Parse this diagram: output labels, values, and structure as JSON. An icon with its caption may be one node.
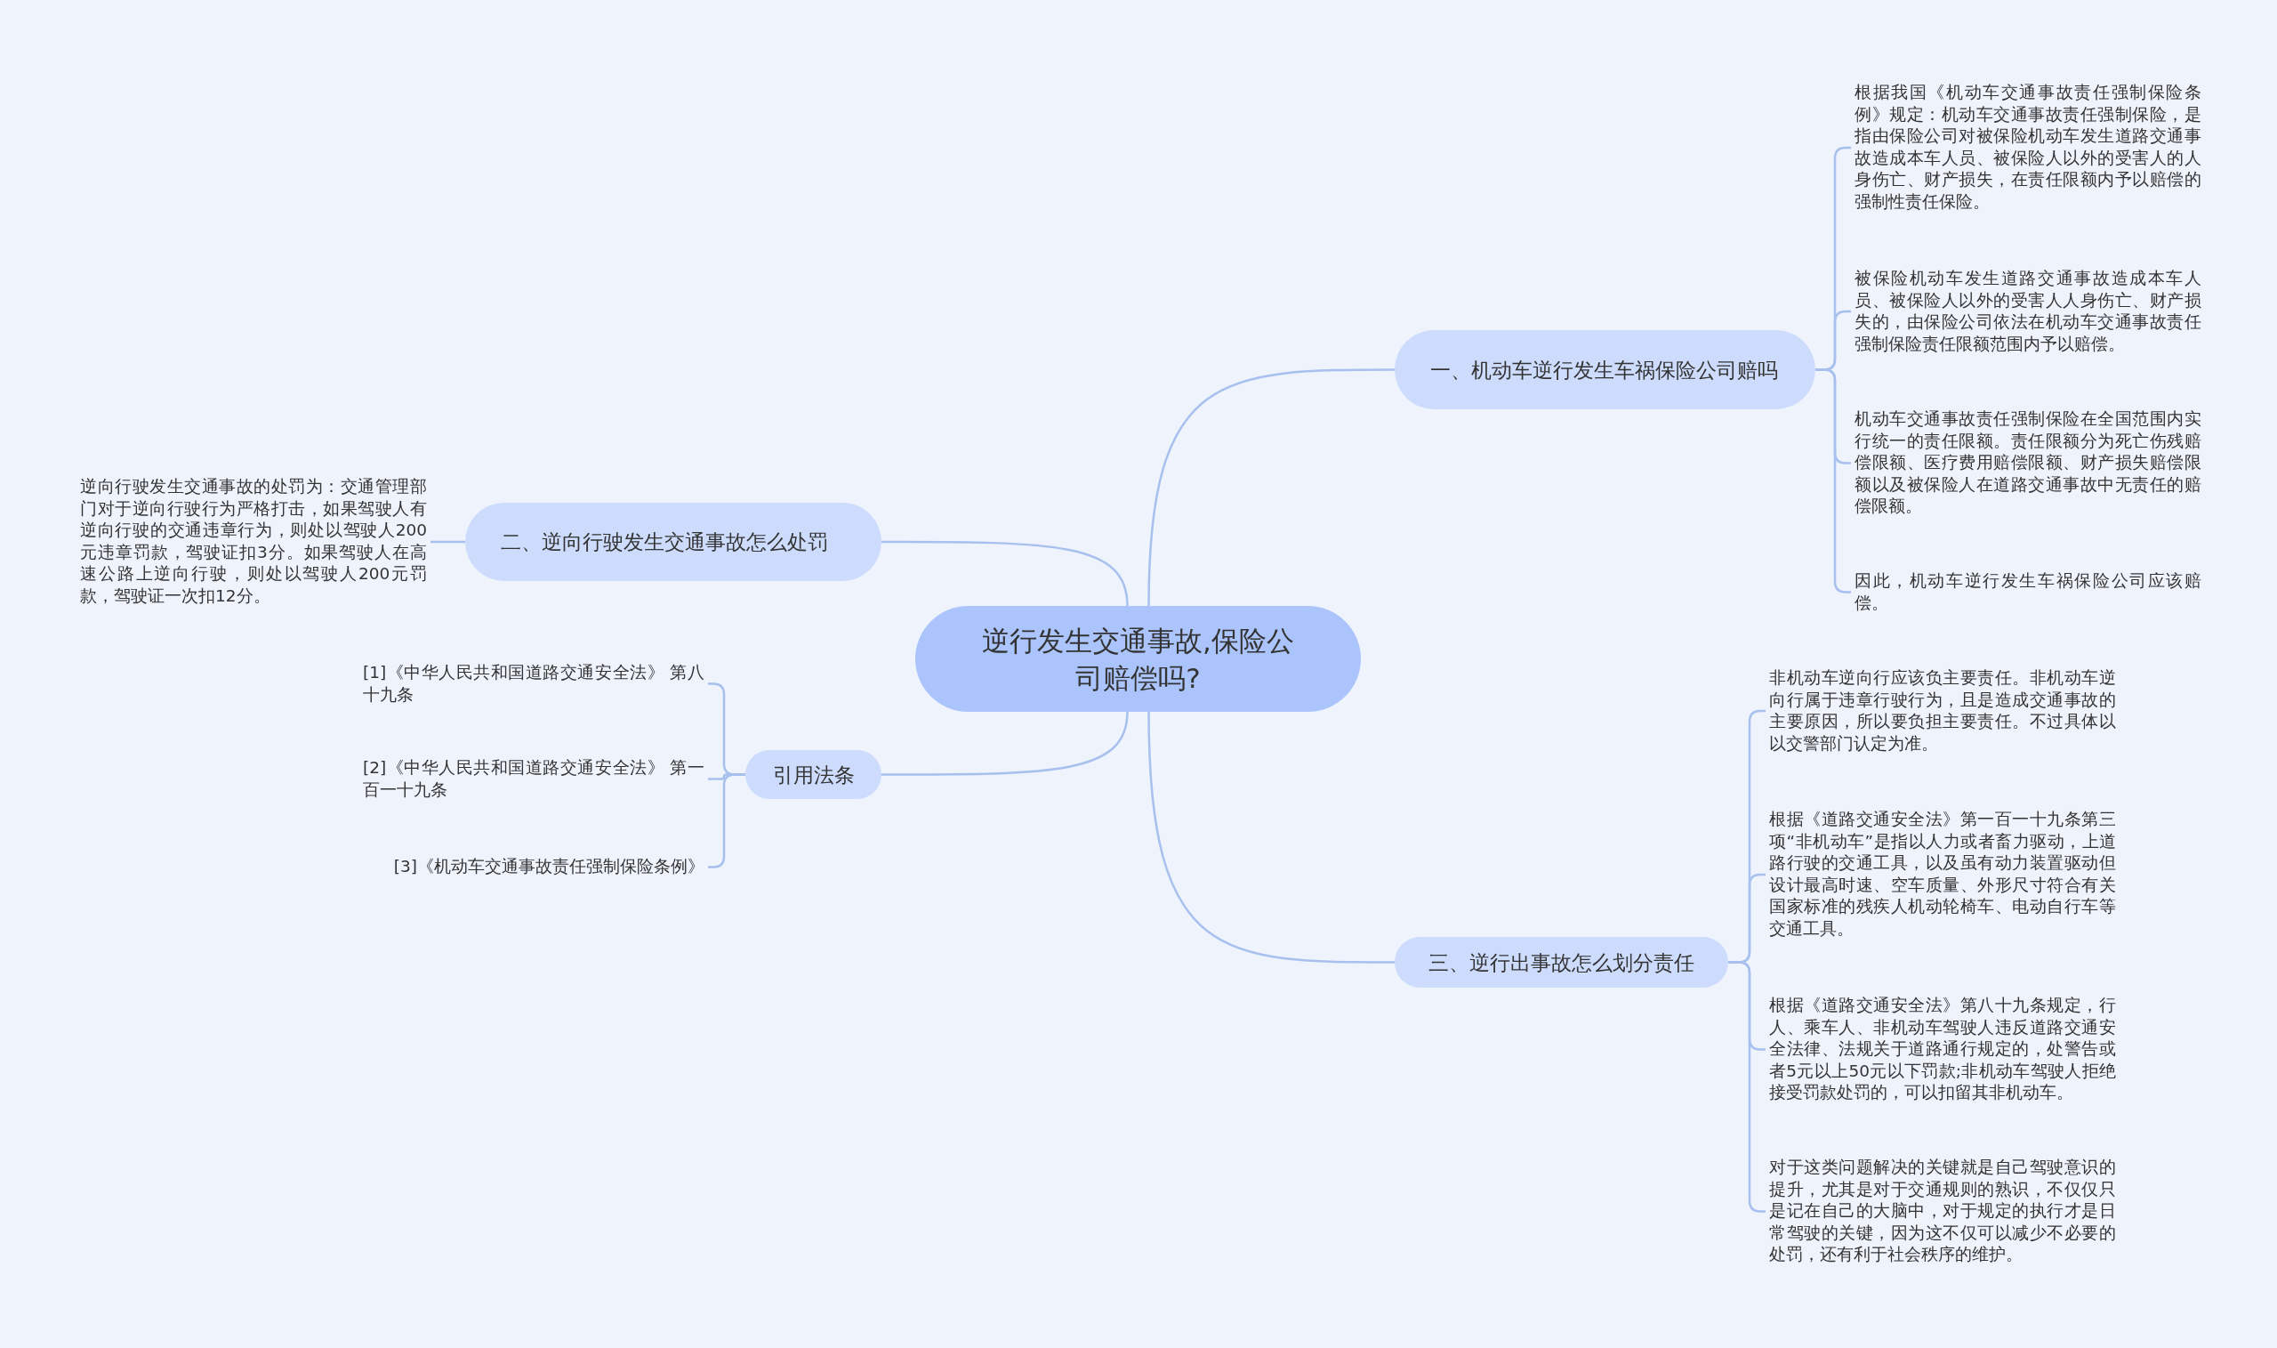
{
  "diagram": {
    "nodes": [
      {
        "text": [
          "逆行发生交通事故,保险公司赔偿吗?"
        ]
      },
      {
        "text": [
          "一、机动车逆行发生车祸保险公司赔吗"
        ]
      },
      {
        "text": [
          "根据我国《机动车交通事故责任强制保险条例》规定：机动车交通事故责任强制保险，是指由保险公司对被保险机动车发生道路交通事故造成本车人员、被保险人以外的受害人的人身伤亡、财产损失，在责任限额内予以赔偿的强制性责任保险。"
        ]
      },
      {
        "text": [
          "被保险机动车发生道路交通事故造成本车人员、被保险人以外的受害人人身伤亡、财产损失的，由保险公司依法在机动车交通事故责任强制保险责任限额范围内予以赔偿。"
        ]
      },
      {
        "text": [
          "机动车交通事故责任强制保险在全国范围内实行统一的责任限额。责任限额分为死亡伤残赔偿限额、医疗费用赔偿限额、财产损失赔偿限额以及被保险人在道路交通事故中无责任的赔偿限额。"
        ]
      },
      {
        "text": [
          "因此，机动车逆行发生车祸保险公司应该赔偿。"
        ]
      },
      {
        "text": [
          "二、逆向行驶发生交通事故怎么处罚"
        ]
      },
      {
        "text": [
          "逆向行驶发生交通事故的处罚为：交通管理部门对于逆向行驶行为严格打击，如果驾驶人有逆向行驶的交通违章行为，则处以驾驶人200元违章罚款，驾驶证扣3分。如果驾驶人在高速公路上逆向行驶，则处以驾驶人200元罚款，驾驶证一次扣12分。"
        ]
      },
      {
        "text": [
          "引用法条"
        ]
      },
      {
        "text": [
          "[1]《中华人民共和国道路交通安全法》 第八十九条"
        ]
      },
      {
        "text": [
          "[2]《中华人民共和国道路交通安全法》 第一百一十九条"
        ]
      },
      {
        "text": [
          "[3]《机动车交通事故责任强制保险条例》"
        ]
      },
      {
        "text": [
          "三、逆行出事故怎么划分责任"
        ]
      },
      {
        "text": [
          "非机动车逆向行应该负主要责任。非机动车逆向行属于违章行驶行为，且是造成交通事故的主要原因，所以要负担主要责任。不过具体以以交警部门认定为准。"
        ]
      },
      {
        "text": [
          "根据《道路交通安全法》第一百一十九条第三项“非机动车”是指以人力或者畜力驱动，上道路行驶的交通工具，以及虽有动力装置驱动但设计最高时速、空车质量、外形尺寸符合有关国家标准的残疾人机动轮椅车、电动自行车等交通工具。"
        ]
      },
      {
        "text": [
          "根据《道路交通安全法》第八十九条规定，行人、乘车人、非机动车驾驶人违反道路交通安全法律、法规关于道路通行规定的，处警告或者5元以上50元以下罚款;非机动车驾驶人拒绝接受罚款处罚的，可以扣留其非机动车。"
        ]
      },
      {
        "text": [
          "对于这类问题解决的关键就是自己驾驶意识的提升，尤其是对于交通规则的熟识，不仅仅只是记在自己的大脑中，对于规定的执行才是日常驾驶的关键，因为这不仅可以减少不必要的处罚，还有利于社会秩序的维护。"
        ]
      }
    ],
    "edges": [
      {
        "from": 0,
        "to": 1,
        "arrow": "none"
      },
      {
        "from": 1,
        "to": 2,
        "arrow": "none"
      },
      {
        "from": 1,
        "to": 3,
        "arrow": "none"
      },
      {
        "from": 1,
        "to": 4,
        "arrow": "none"
      },
      {
        "from": 1,
        "to": 5,
        "arrow": "none"
      },
      {
        "from": 0,
        "to": 6,
        "arrow": "none"
      },
      {
        "from": 6,
        "to": 7,
        "arrow": "none"
      },
      {
        "from": 0,
        "to": 8,
        "arrow": "none"
      },
      {
        "from": 8,
        "to": 9,
        "arrow": "none"
      },
      {
        "from": 8,
        "to": 10,
        "arrow": "none"
      },
      {
        "from": 8,
        "to": 11,
        "arrow": "none"
      },
      {
        "from": 0,
        "to": 12,
        "arrow": "none"
      },
      {
        "from": 12,
        "to": 13,
        "arrow": "none"
      },
      {
        "from": 12,
        "to": 14,
        "arrow": "none"
      },
      {
        "from": 12,
        "to": 15,
        "arrow": "none"
      },
      {
        "from": 12,
        "to": 16,
        "arrow": "none"
      }
    ]
  }
}
